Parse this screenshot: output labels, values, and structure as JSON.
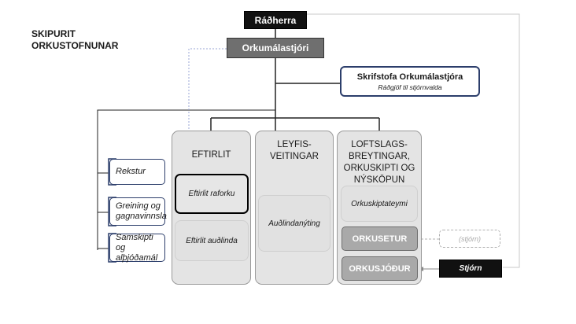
{
  "title_lines": [
    "SKIPURIT",
    "ORKUSTOFNUNAR"
  ],
  "minister": "Ráðherra",
  "director": "Orkumálastjóri",
  "office": {
    "title": "Skrifstofa Orkumálastjóra",
    "subtitle": "Ráðgjöf til stjórnvalda"
  },
  "columns": [
    {
      "heading": "EFTIRLIT",
      "units": [
        "Eftirlit raforku",
        "Eftirlit auðlinda"
      ]
    },
    {
      "heading": "LEYFIS-\nVEITINGAR",
      "units": [
        "Auðlindanýting"
      ]
    },
    {
      "heading": "LOFTSLAGS-\nBREYTINGAR,\nORKUSKIPTI OG\nNÝSKÖPUN",
      "units": [
        "Orkuskiptateymi",
        "ORKUSETUR",
        "ORKUSJÓÐUR"
      ]
    }
  ],
  "support_units": [
    "Rekstur",
    "Greining og gagnavinnsla",
    "Samskipti og alþjóðamál"
  ],
  "board_dashed": "(stjórn)",
  "board": "Stjórn",
  "colors": {
    "navy": "#2c3e6b",
    "grey_box": "#6f6f6f",
    "column_bg": "#e4e4e4",
    "line_blue": "#9aa6d6"
  }
}
